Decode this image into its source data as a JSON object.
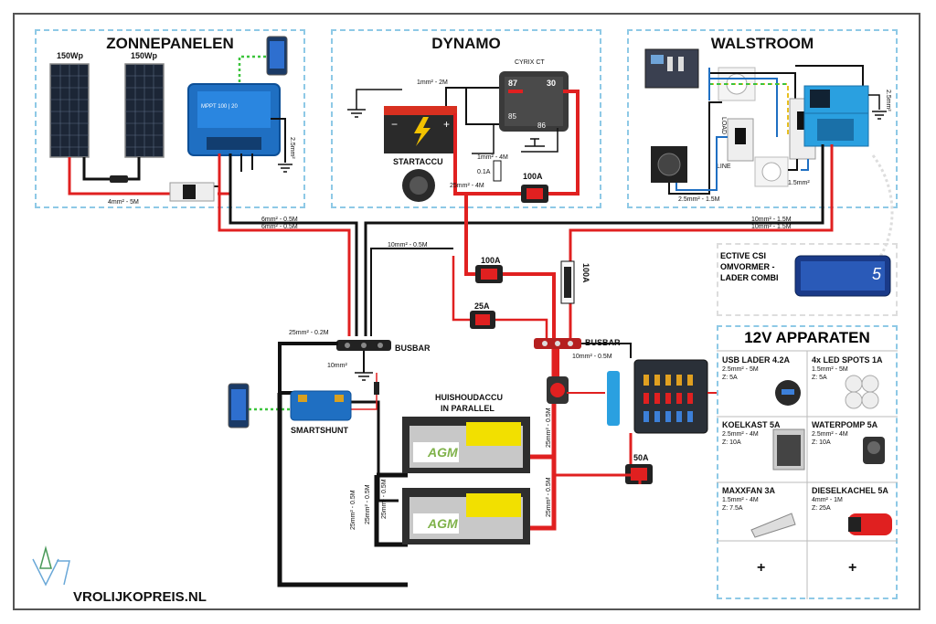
{
  "sections": {
    "solar": {
      "title": "ZONNEPANELEN"
    },
    "dynamo": {
      "title": "DYNAMO"
    },
    "shore": {
      "title": "WALSTROOM"
    },
    "apps": {
      "title": "12V APPARATEN"
    }
  },
  "solar": {
    "panel1": "150Wp",
    "panel2": "150Wp",
    "mppt_text": "MPPT 100 | 20",
    "cable_main": "4mm² - 5M",
    "cable_ground": "2.5mm²"
  },
  "dynamo": {
    "cable_ground": "1mm² - 2M",
    "cyrix": "CYRIX CT",
    "term87": "87",
    "term30": "30",
    "term85": "85",
    "term86": "86",
    "startaccu": "STARTACCU",
    "cable_switch": "1mm² - 4M",
    "fuse_small": "0.1A",
    "cable_main": "25mm² - 4M",
    "fuse_main": "100A"
  },
  "shore": {
    "load": "LOAD",
    "line": "LINE",
    "cable_a": "2.5mm² - 1.5M",
    "cable_b": "1.5mm²",
    "cable_c": "2.5mm²"
  },
  "wiring": {
    "c1": "6mm² - 0.5M",
    "c2": "6mm² - 0.5M",
    "c3": "10mm² - 1.5M",
    "c4": "10mm² - 1.5M",
    "c5": "10mm² - 0.5M",
    "c6": "25mm² - 0.2M",
    "c7": "10mm²",
    "c8": "10mm² - 0.5M",
    "c9": "25mm² - 0.5M",
    "c10": "25mm² - 0.5M",
    "c11": "25mm² - 0.5M",
    "c12": "25mm² - 0.5M",
    "c13": "25mm² - 0.5M",
    "fuse_100a_1": "100A",
    "fuse_100a_2": "100A",
    "fuse_25a": "25A",
    "fuse_50a": "50A",
    "busbar1": "BUSBAR",
    "busbar2": "BUSBAR",
    "smartshunt": "SMARTSHUNT",
    "battery_title": "HUISHOUDACCU\nIN PARALLEL",
    "agm": "AGM"
  },
  "inverter": {
    "label_lines": [
      "ECTIVE CSI",
      "OMVORMER -",
      "LADER COMBI"
    ],
    "badge": "5"
  },
  "appliances": [
    {
      "title": "USB LADER 4.2A",
      "cable": "2.5mm² - 5M",
      "fuse": "Z: 5A"
    },
    {
      "title": "4x LED SPOTS 1A",
      "cable": "1.5mm² - 5M",
      "fuse": "Z: 5A"
    },
    {
      "title": "KOELKAST 5A",
      "cable": "2.5mm² - 4M",
      "fuse": "Z: 10A"
    },
    {
      "title": "WATERPOMP 5A",
      "cable": "2.5mm² - 4M",
      "fuse": "Z: 10A"
    },
    {
      "title": "MAXXFAN 3A",
      "cable": "1.5mm² - 4M",
      "fuse": "Z: 7.5A"
    },
    {
      "title": "DIESELKACHEL 5A",
      "cable": "4mm² - 1M",
      "fuse": "Z: 25A"
    },
    {
      "title": "+",
      "cable": "",
      "fuse": ""
    },
    {
      "title": "+",
      "cable": "",
      "fuse": ""
    }
  ],
  "footer": {
    "site": "VROLIJKOPREIS.NL"
  },
  "colors": {
    "red": "#e02020",
    "black": "#111111",
    "dash": "#8ec9e6",
    "victron": "#1f6fc2",
    "green": "#3cc43c"
  }
}
